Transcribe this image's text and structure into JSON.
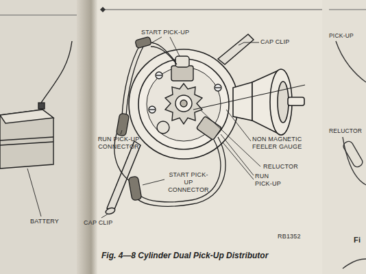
{
  "diagram": {
    "caption": "Fig. 4—8 Cylinder Dual Pick-Up Distributor",
    "labels": [
      "START PICK-UP",
      "CAP CLIP",
      "PICK-UP",
      "RUN PICK-UP CONNECTOR",
      "NON MAGNETIC FEELER GAUGE",
      "RELUCTOR",
      "RELUCTOR",
      "RUN PICK-UP",
      "START PICK-UP CONNECTOR",
      "BATTERY",
      "CAP CLIP",
      "RB1352",
      "Fi"
    ]
  }
}
